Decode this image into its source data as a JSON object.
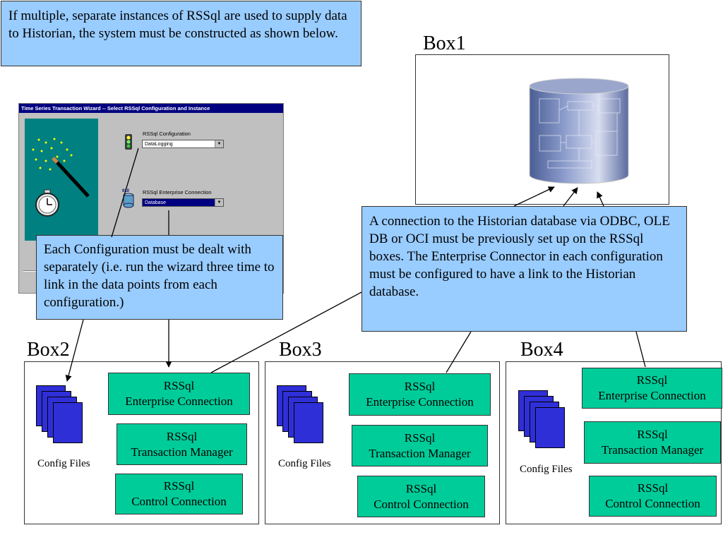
{
  "intro_note": "If multiple, separate instances of RSSql are used to supply data to Historian, the system must be constructed as shown below.",
  "config_note": "Each Configuration must be dealt with separately (i.e. run the wizard three time to link in the data points from each configuration.)",
  "connection_note": "A connection to the Historian database via ODBC, OLE DB or OCI must be previously set up on the RSSql boxes.  The Enterprise Connector in each configuration must be configured to have a link to the Historian database.",
  "wizard": {
    "title": "Time Series Transaction Wizard -- Select RSSql Configuration and Instance",
    "config_label": "RSSql Configuration",
    "config_value": "DataLogging",
    "connection_label": "RSSql Enterprise Connection",
    "connection_value": "Database",
    "icon_number": "010"
  },
  "box1": {
    "label": "Box1"
  },
  "box2": {
    "label": "Box2",
    "config_files": "Config Files",
    "enterprise": [
      "RSSql",
      "Enterprise Connection"
    ],
    "transaction": [
      "RSSql",
      "Transaction Manager"
    ],
    "control": [
      "RSSql",
      "Control Connection"
    ]
  },
  "box3": {
    "label": "Box3",
    "config_files": "Config Files",
    "enterprise": [
      "RSSql",
      "Enterprise Connection"
    ],
    "transaction": [
      "RSSql",
      "Transaction Manager"
    ],
    "control": [
      "RSSql",
      "Control Connection"
    ]
  },
  "box4": {
    "label": "Box4",
    "config_files": "Config Files",
    "enterprise": [
      "RSSql",
      "Enterprise Connection"
    ],
    "transaction": [
      "RSSql",
      "Transaction Manager"
    ],
    "control": [
      "RSSql",
      "Control Connection"
    ]
  },
  "colors": {
    "note_fill": "#99ccff",
    "component_fill": "#00cc99",
    "file_fill": "#2f2fd8",
    "title_bar": "#000080",
    "teal_panel": "#008080"
  }
}
